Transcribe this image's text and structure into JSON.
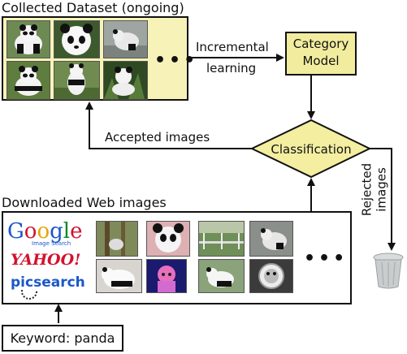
{
  "collected": {
    "title": "Collected Dataset (ongoing)",
    "ellipsis": "•••"
  },
  "edges": {
    "incremental_line1": "Incremental",
    "incremental_line2": "learning",
    "accepted": "Accepted images",
    "rejected_line1": "Rejected",
    "rejected_line2": "images"
  },
  "category_model": {
    "line1": "Category",
    "line2": "Model"
  },
  "classification": {
    "label": "Classification"
  },
  "downloaded": {
    "title": "Downloaded Web images",
    "ellipsis": "•••"
  },
  "search_engines": {
    "google": {
      "letters": [
        "G",
        "o",
        "o",
        "g",
        "l",
        "e"
      ],
      "subtitle": "Image Search"
    },
    "yahoo": "YAHOO!",
    "picsearch": "picsearch"
  },
  "keyword": {
    "label": "Keyword: panda"
  },
  "colors": {
    "yellow_fill": "#f7f3b8",
    "diamond_fill": "#f3eea0",
    "google": [
      "#1a57c9",
      "#d2122e",
      "#e8a400",
      "#1a57c9",
      "#0c8a24",
      "#d2122e"
    ],
    "yahoo": "#d2122e",
    "picsearch_blue": "#1a57c9"
  },
  "icons": [
    "trash-can-icon"
  ]
}
